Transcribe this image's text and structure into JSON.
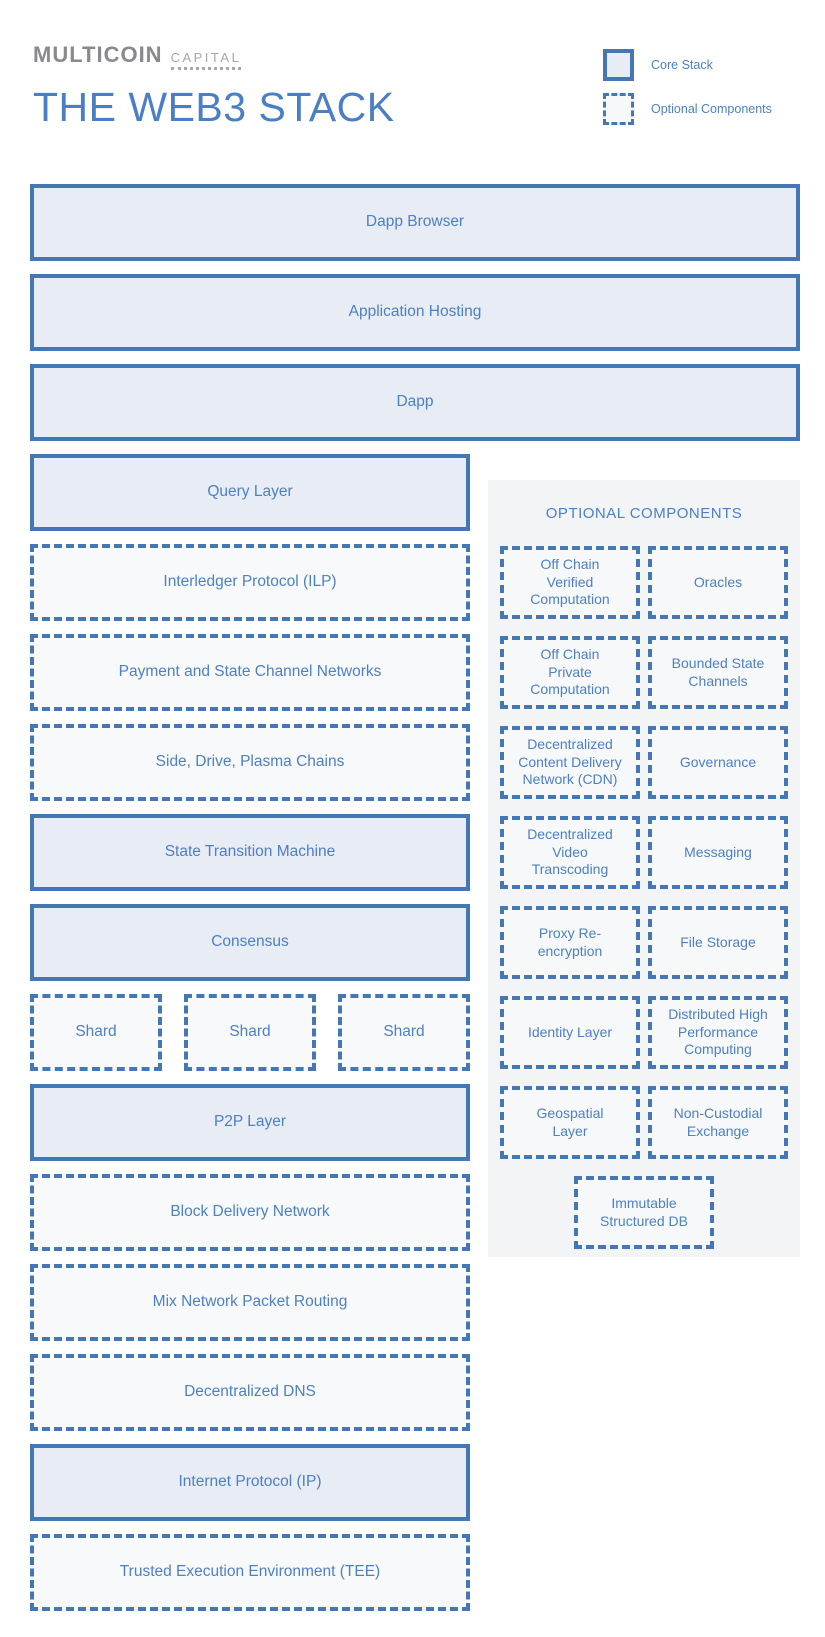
{
  "header": {
    "logo_primary": "MULTICOIN",
    "logo_secondary": "CAPITAL",
    "title": "THE WEB3 STACK"
  },
  "legend": {
    "core_label": "Core Stack",
    "optional_label": "Optional Components"
  },
  "colors": {
    "accent_border": "#4577b5",
    "text_blue": "#4d80c4",
    "core_fill": "#e8ecf5",
    "optional_fill": "#f8f9fa",
    "panel_background": "#f3f4f6",
    "logo_gray": "#8a8a8e"
  },
  "stack": {
    "full_width_rows": [
      {
        "label": "Dapp Browser",
        "type": "core"
      },
      {
        "label": "Application Hosting",
        "type": "core"
      },
      {
        "label": "Dapp",
        "type": "core"
      }
    ],
    "left_column_rows": [
      {
        "label": "Query Layer",
        "type": "core"
      },
      {
        "label": "Interledger Protocol (ILP)",
        "type": "optional"
      },
      {
        "label": "Payment and State Channel Networks",
        "type": "optional"
      },
      {
        "label": "Side, Drive, Plasma Chains",
        "type": "optional"
      },
      {
        "label": "State Transition Machine",
        "type": "core"
      },
      {
        "label": "Consensus",
        "type": "core"
      },
      {
        "label": "P2P Layer",
        "type": "core"
      },
      {
        "label": "Block Delivery Network",
        "type": "optional"
      },
      {
        "label": "Mix Network Packet Routing",
        "type": "optional"
      },
      {
        "label": "Decentralized DNS",
        "type": "optional"
      },
      {
        "label": "Internet Protocol (IP)",
        "type": "core"
      },
      {
        "label": "Trusted Execution Environment (TEE)",
        "type": "optional"
      }
    ],
    "shards": [
      "Shard",
      "Shard",
      "Shard"
    ]
  },
  "optional_panel": {
    "title": "OPTIONAL COMPONENTS",
    "pairs": [
      {
        "left": "Off Chain Verified Computation",
        "right": "Oracles"
      },
      {
        "left": "Off Chain Private Computation",
        "right": "Bounded State Channels"
      },
      {
        "left": "Decentralized Content Delivery Network (CDN)",
        "right": "Governance"
      },
      {
        "left": "Decentralized Video Transcoding",
        "right": "Messaging"
      },
      {
        "left": "Proxy Re-encryption",
        "right": "File Storage"
      },
      {
        "left": "Identity Layer",
        "right": "Distributed High Performance Computing"
      },
      {
        "left": "Geospatial Layer",
        "right": "Non-Custodial Exchange"
      }
    ],
    "footer": "Immutable Structured DB"
  }
}
